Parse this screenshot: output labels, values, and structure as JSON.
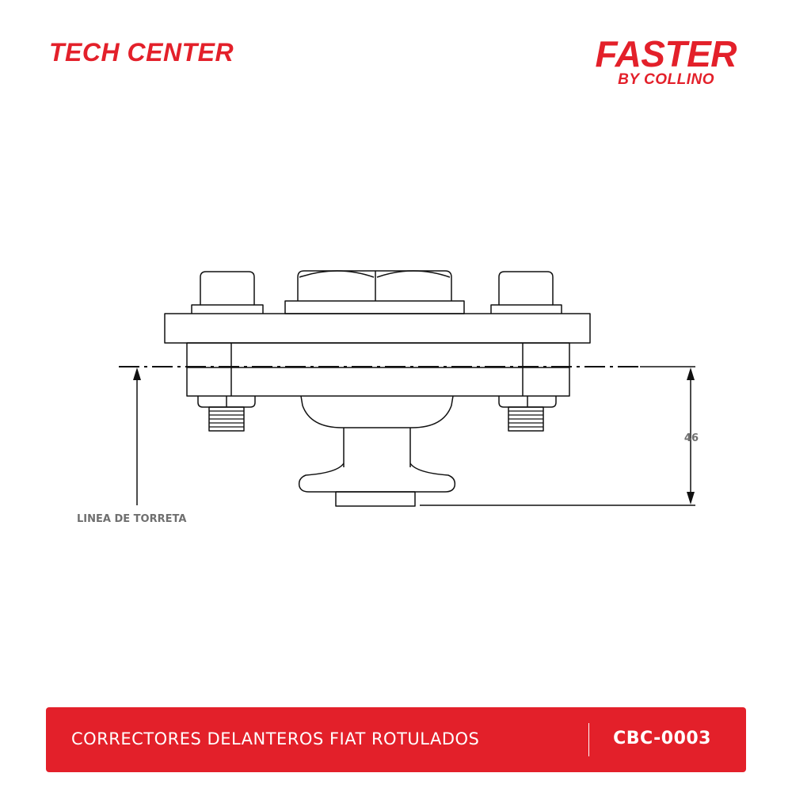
{
  "header": {
    "left_brand": "TECH CENTER",
    "right_brand_main": "FASTER",
    "right_brand_sub": "BY COLLINO"
  },
  "drawing": {
    "dimension_value": "46",
    "reference_label": "LINEA DE TORRETA"
  },
  "footer": {
    "title": "CORRECTORES DELANTEROS FIAT ROTULADOS",
    "code": "CBC-0003"
  },
  "colors": {
    "accent": "#e3202a",
    "line": "#111111",
    "label_gray": "#6f6f6f"
  }
}
